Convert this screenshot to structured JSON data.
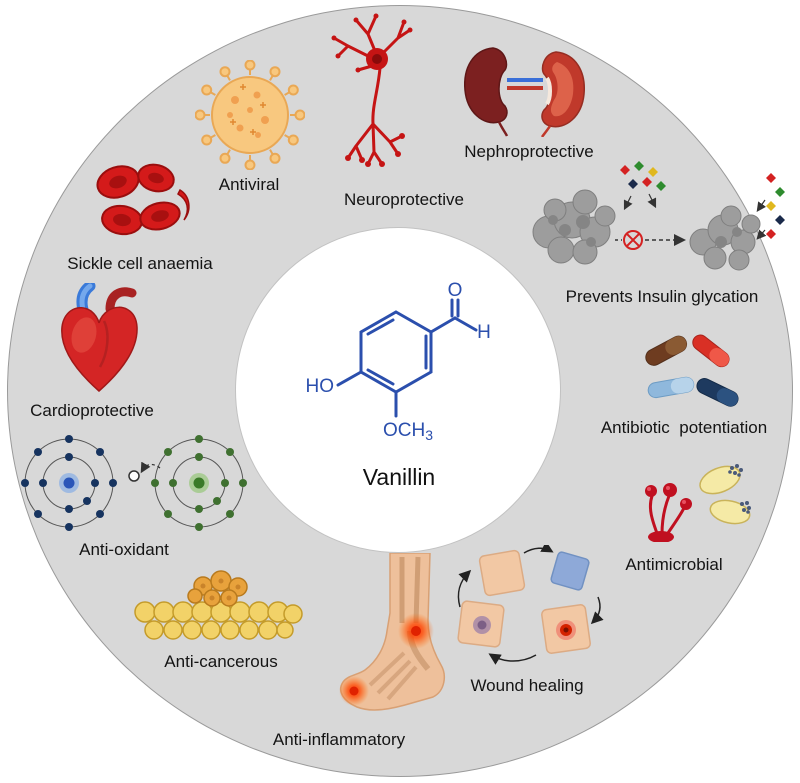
{
  "center": {
    "name": "Vanillin",
    "hydroxyl": "HO",
    "methoxy_prefix": "OCH",
    "methoxy_sub": "3",
    "aldehyde_o": "O",
    "aldehyde_h": "H"
  },
  "properties": [
    {
      "id": "antiviral",
      "label": "Antiviral",
      "icon": "virus-icon"
    },
    {
      "id": "neuroprotective",
      "label": "Neuroprotective",
      "icon": "neuron-icon"
    },
    {
      "id": "nephroprotective",
      "label": "Nephroprotective",
      "icon": "kidneys-icon"
    },
    {
      "id": "insulin-glycation",
      "label": "Prevents Insulin glycation",
      "icon": "insulin-glycation-icon"
    },
    {
      "id": "antibiotic-potentiation",
      "label": "Antibiotic  potentiation",
      "icon": "pills-icon"
    },
    {
      "id": "antimicrobial",
      "label": "Antimicrobial",
      "icon": "microbes-icon"
    },
    {
      "id": "wound-healing",
      "label": "Wound healing",
      "icon": "wound-healing-icon"
    },
    {
      "id": "anti-inflammatory",
      "label": "Anti-inflammatory",
      "icon": "foot-inflammation-icon"
    },
    {
      "id": "anti-cancerous",
      "label": "Anti-cancerous",
      "icon": "tumor-cells-icon"
    },
    {
      "id": "anti-oxidant",
      "label": "Anti-oxidant",
      "icon": "atoms-icon"
    },
    {
      "id": "cardioprotective",
      "label": "Cardioprotective",
      "icon": "heart-icon"
    },
    {
      "id": "sickle-cell-anaemia",
      "label": "Sickle cell anaemia",
      "icon": "sickle-cells-icon"
    }
  ],
  "colors": {
    "outer_circle_fill": "#d8d8d8",
    "inner_circle_fill": "#ffffff",
    "structure_blue": "#2b4fad",
    "label_text": "#141414",
    "virus_orange": "#f8c87f",
    "neuron_red": "#c51414",
    "heart_red": "#d42525",
    "cell_yellow": "#f2d268"
  }
}
